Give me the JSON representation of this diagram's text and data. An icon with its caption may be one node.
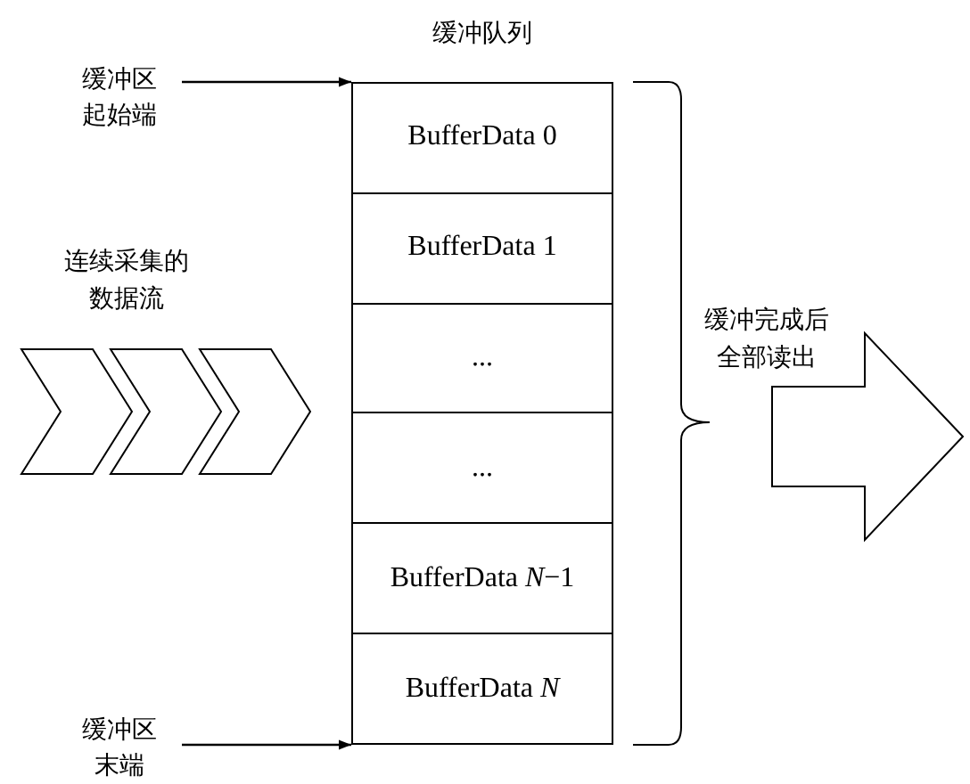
{
  "diagram": {
    "nodes": [
      {
        "text": [
          "缓冲队列"
        ]
      },
      {
        "text": [
          "BufferData 0"
        ],
        "in": 0
      },
      {
        "text": [
          "BufferData 1"
        ],
        "in": 0
      },
      {
        "text": [
          "..."
        ],
        "in": 0
      },
      {
        "text": [
          "..."
        ],
        "in": 0
      },
      {
        "text": [
          "BufferData *N*−1"
        ],
        "in": 0
      },
      {
        "text": [
          "BufferData *N*"
        ],
        "in": 0
      },
      {
        "text": [
          "缓冲区起始端"
        ]
      },
      {
        "text": [
          "缓冲区末端"
        ]
      }
    ],
    "edges": [
      {
        "from": 7,
        "to": 0,
        "arrow": "to"
      },
      {
        "from": 8,
        "to": 0,
        "arrow": "to"
      }
    ],
    "labels": [
      "连续采集的数据流",
      "缓冲完成后全部读出"
    ]
  }
}
